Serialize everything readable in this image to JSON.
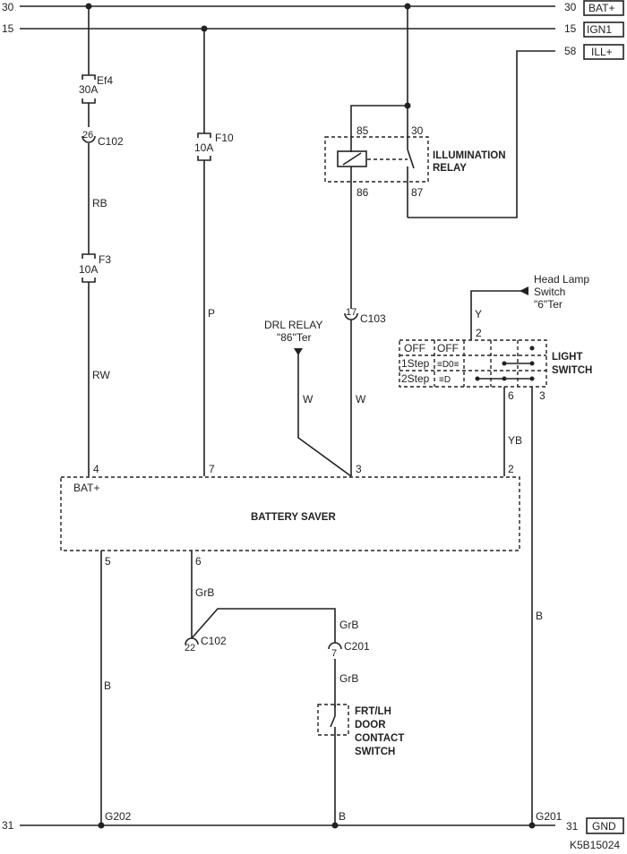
{
  "rails": {
    "bat": {
      "num": "30",
      "label": "BAT+"
    },
    "ign": {
      "num": "15",
      "label": "IGN1"
    },
    "ill": {
      "num": "58",
      "label": "ILL+"
    },
    "gnd": {
      "num": "31",
      "label": "GND"
    },
    "gnd_left_num": "31"
  },
  "fuses": {
    "ef4": {
      "name": "Ef4",
      "rating": "30A"
    },
    "f10": {
      "name": "F10",
      "rating": "10A"
    },
    "f3": {
      "name": "F3",
      "rating": "10A"
    }
  },
  "connectors": {
    "c102_top": {
      "pin": "26",
      "name": "C102"
    },
    "c103": {
      "pin": "17",
      "name": "C103"
    },
    "c102_bottom": {
      "pin": "22",
      "name": "C102"
    },
    "c201": {
      "pin": "7",
      "name": "C201"
    }
  },
  "wires": {
    "rb": "RB",
    "rw": "RW",
    "p": "P",
    "w1": "W",
    "w2": "W",
    "y": "Y",
    "yb": "YB",
    "b_left": "B",
    "b_right": "B",
    "b_mid": "B",
    "grb1": "GrB",
    "grb2": "GrB",
    "grb3": "GrB"
  },
  "relay": {
    "title_line1": "ILLUMINATION",
    "title_line2": "RELAY",
    "pin85": "85",
    "pin86": "86",
    "pin30": "30",
    "pin87": "87"
  },
  "drl": {
    "line1": "DRL RELAY",
    "line2": "\"86\"Ter"
  },
  "headlamp": {
    "line1": "Head Lamp",
    "line2": "Switch",
    "line3": "\"6\"Ter"
  },
  "light_switch": {
    "title_line1": "LIGHT",
    "title_line2": "SWITCH",
    "rows": [
      {
        "pos": "OFF",
        "sym": "OFF"
      },
      {
        "pos": "1Step",
        "sym": "≡D0≡"
      },
      {
        "pos": "2Step",
        "sym": "≡D"
      }
    ],
    "pin2": "2",
    "pin6": "6",
    "pin3": "3"
  },
  "battery_saver": {
    "title": "BATTERY SAVER",
    "bat_label": "BAT+",
    "pin4": "4",
    "pin7": "7",
    "pin3": "3",
    "pin2": "2",
    "pin5": "5",
    "pin6": "6"
  },
  "door_switch": {
    "line1": "FRT/LH",
    "line2": "DOOR",
    "line3": "CONTACT",
    "line4": "SWITCH"
  },
  "grounds": {
    "g202": "G202",
    "g201": "G201"
  },
  "figure_id": "K5B15024"
}
